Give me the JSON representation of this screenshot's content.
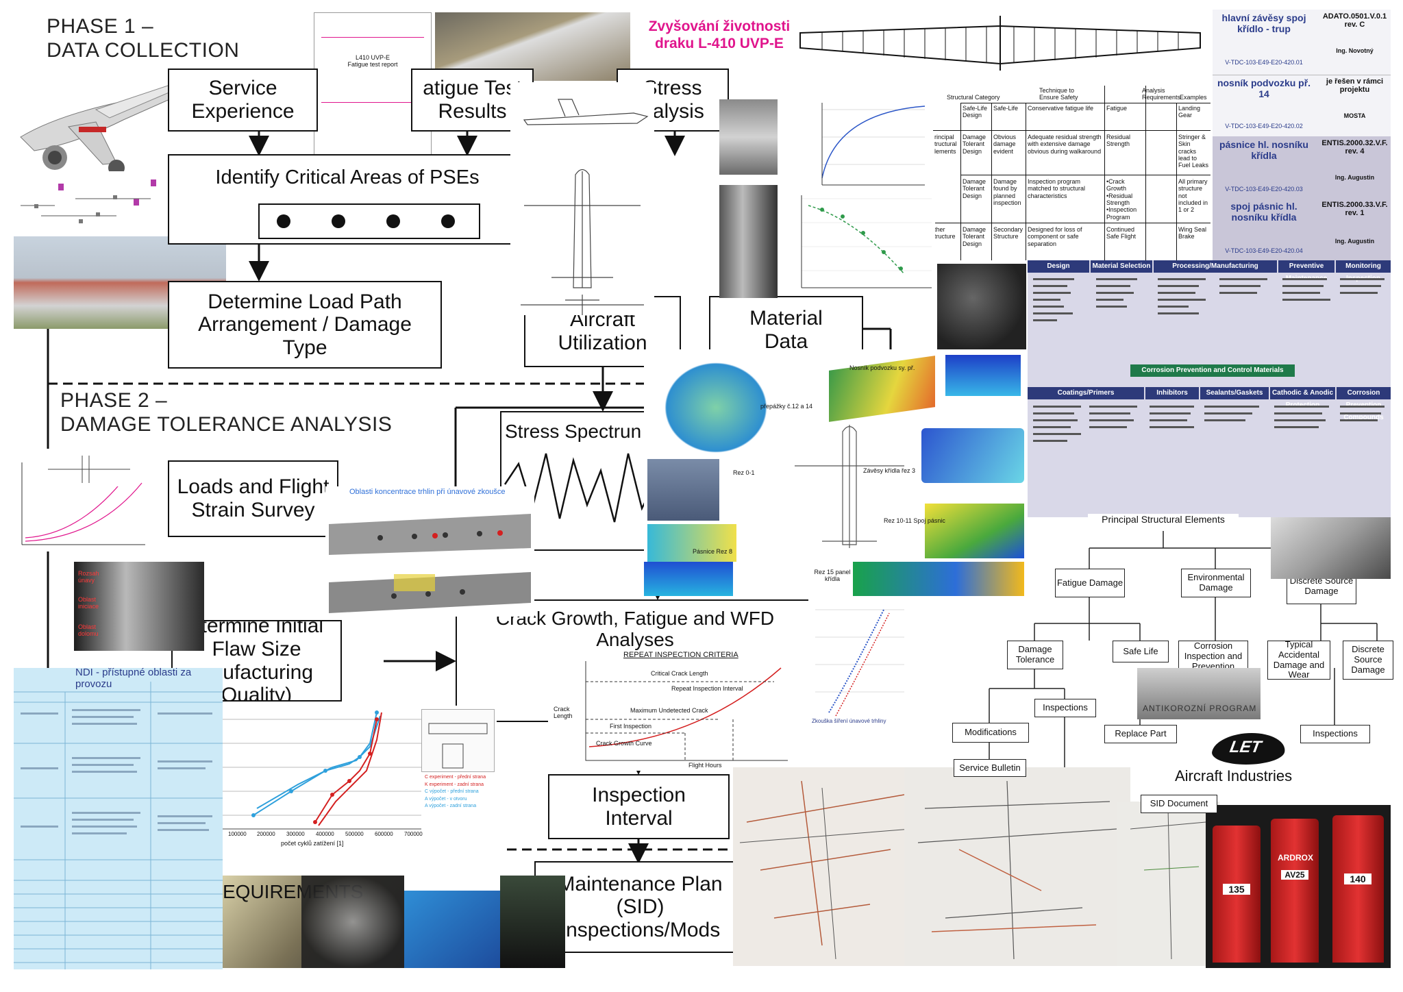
{
  "phase1": "PHASE 1 –\nDATA COLLECTION",
  "phase2": "PHASE 2 –\nDAMAGE TOLERANCE ANALYSIS",
  "czech_title_line1": "Zvyšování životnosti",
  "czech_title_line2": "draku L-410 UVP-E",
  "boxes": {
    "service_experience": "Service Experience",
    "fatigue_results": "atigue Test Results",
    "stress_analysis": "Stress\nnalysis",
    "identify_pse": "Identify Critical Areas of PSEs",
    "load_path": "Determine Load Path Arrangement / Damage Type",
    "aircraft_utilization": "Aircraft Utilization",
    "material_data": "Material Data",
    "stress_spectrum": "Stress Spectrun",
    "loads_flight": "Loads and Flight Strain Survey",
    "initial_flaw": "etermine Initial Flaw Size anufacturing Quality)",
    "crack_growth": "Crack Growth, Fatigue and WFD Analyses",
    "inspection_interval": "Inspection Interval",
    "maintenance_plan": "Maintenance Plan (SID) Inspections/Mods"
  },
  "requirements_text": "EQUIREMENTS",
  "ndi_title": "NDI - přístupné oblasti za provozu",
  "stress_concentration_title": "Oblasti koncentrace trhlin při únavové zkoušce",
  "repeat_inspection": {
    "title": "REPEAT INSPECTION CRITERIA",
    "critical": "Critical Crack Length",
    "repeat": "Repeat Inspection Interval",
    "max_undetected": "Maximum Undetected Crack",
    "first": "First Inspection",
    "flight_hours": "Flight Hours",
    "crack_length": "Crack Length",
    "crack_curve": "Crack Growth Curve"
  },
  "fe_labels": [
    "přepážky č.12 a 14",
    "Nosník podvozku sy. př.",
    "Rez 0-1",
    "Závěsy křídla řez 3",
    "Rez 10-11 Spoj pásnic",
    "Pásnice Rez 8",
    "Rez 15 panel křídla"
  ],
  "crack_chart_caption": "Zkouška šíření únavové trhliny",
  "cycles_axis": "počet cyklů zatížení [1]",
  "cycles_ticks": [
    "100000",
    "200000",
    "300000",
    "400000",
    "500000",
    "600000",
    "700000"
  ],
  "legend": [
    "C experiment - přední strana",
    "K experiment - zadní strana",
    "C výpočet - přední strana",
    "A výpočet - v otvoru",
    "A výpočet - zadní strana"
  ],
  "pse_tree": {
    "root": "Principal Structural Elements",
    "fatigue": "Fatigue Damage",
    "environmental": "Environmental Damage",
    "discrete": "Discrete Source Damage",
    "damage_tolerance": "Damage Tolerance",
    "safe_life": "Safe Life",
    "corrosion": "Corrosion Inspection and Prevention",
    "typical": "Typical Accidental Damage and Wear",
    "discrete2": "Discrete Source Damage",
    "inspections1": "Inspections",
    "inspections2": "Inspections",
    "modifications": "Modifications",
    "replace": "Replace Part",
    "service_bulletin": "Service Bulletin",
    "sid_document": "SID Document"
  },
  "anticorr": "ANTIKOROZNÍ PROGRAM",
  "let_logo": "LET",
  "company": "Aircraft Industries",
  "category_table": {
    "headers": [
      "Structural Category",
      "Technique to Ensure Safety",
      "Analysis Requirements",
      "Examples"
    ],
    "rows": [
      [
        "rincipal tructural lements",
        "Safe-Life Design",
        "Safe-Life",
        "Conservative fatigue life",
        "Fatigue",
        "Landing Gear"
      ],
      [
        "",
        "Damage Tolerant Design",
        "Obvious damage evident",
        "Adequate residual strength with extensive damage obvious during walkaround",
        "Residual Strength",
        "Stringer & Skin cracks lead to Fuel Leaks"
      ],
      [
        "",
        "Damage Tolerant Design",
        "Damage found by planned inspection",
        "Inspection program matched to structural characteristics",
        "•Crack Growth •Residual Strength •Inspection Program",
        "All primary structure not included in 1 or 2"
      ],
      [
        "ther tructure",
        "Damage Tolerant Design",
        "Secondary Structure",
        "Designed for loss of component or safe separation",
        "Continued Safe Flight",
        "Wing Seal Brake"
      ]
    ]
  },
  "cz_table": [
    {
      "name": "hlavní závěsy spoj křídlo - trup",
      "code": "V-TDC-103-E49-E20-420.01",
      "rev": "ADATO.0501.V.0.1 rev. C",
      "who": "Ing. Novotný"
    },
    {
      "name": "nosník podvozku př. 14",
      "code": "V-TDC-103-E49-E20-420.02",
      "rev": "je řešen v rámci projektu",
      "who": "MOSTA"
    },
    {
      "name": "pásnice hl. nosníku křídla",
      "code": "V-TDC-103-E49-E20-420.03",
      "rev": "ENTIS.2000.32.V.F. rev. 4",
      "who": "Ing. Augustin"
    },
    {
      "name": "spoj pásnic hl. nosníku křídla",
      "code": "V-TDC-103-E49-E20-420.04",
      "rev": "ENTIS.2000.33.V.F. rev. 1",
      "who": "Ing. Augustin"
    }
  ],
  "materials_headers": [
    "Design",
    "Material Selection",
    "Processing/Manufacturing",
    "Preventive Maintenance",
    "Monitoring Inspection"
  ],
  "materials_mid": "Corrosion Prevention and Control Materials",
  "materials_headers2": [
    "Coatings/Primers",
    "Inhibitors",
    "Sealants/Gaskets",
    "Cathodic & Anodic Protection",
    "Corrosion Prevention Compounds"
  ],
  "spray_labels": [
    "135",
    "AV25",
    "140",
    "ARDROX"
  ],
  "colors": {
    "accent_magenta": "#e0148c",
    "navy": "#2d3a7a",
    "red": "#d42020",
    "blue": "#2e9fd8"
  },
  "icons": [
    "airplane-icon",
    "arrow-icon"
  ]
}
